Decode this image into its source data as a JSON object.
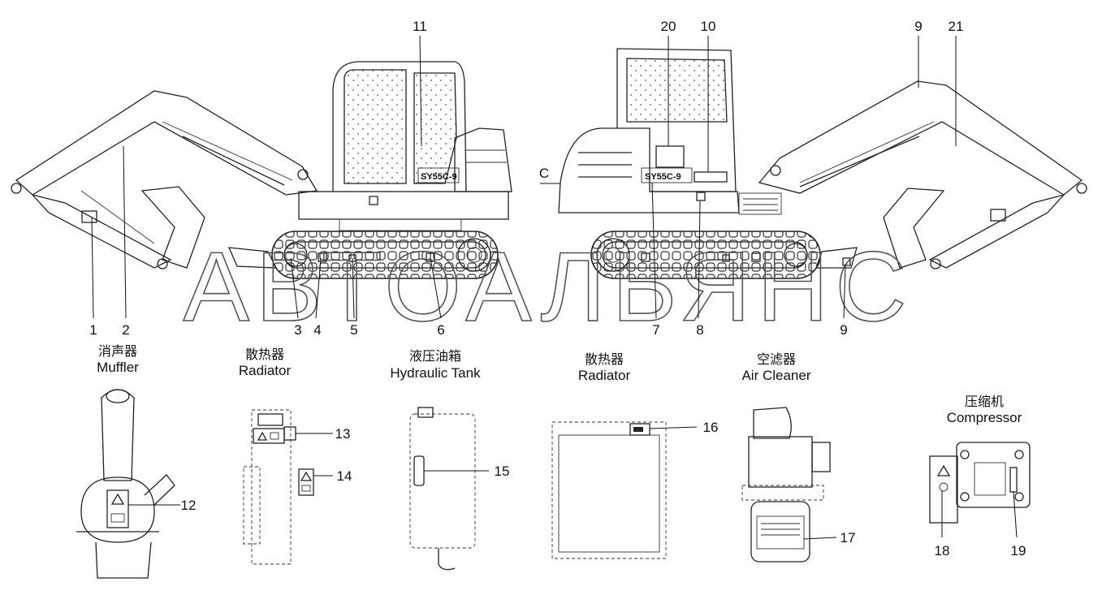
{
  "watermark": "АВТОАЛЬЯНС",
  "callouts": {
    "n1": "1",
    "n2": "2",
    "n3": "3",
    "n4": "4",
    "n5": "5",
    "n6": "6",
    "n7": "7",
    "n8": "8",
    "n9a": "9",
    "n9b": "9",
    "n10": "10",
    "n11": "11",
    "n12": "12",
    "n13": "13",
    "n14": "14",
    "n15": "15",
    "n16": "16",
    "n17": "17",
    "n18": "18",
    "n19": "19",
    "n20": "20",
    "n21": "21",
    "c": "C"
  },
  "model_badge": "SY55C-9",
  "sections": {
    "muffler": {
      "cn": "消声器",
      "en": "Muffler"
    },
    "radiator_left": {
      "cn": "散热器",
      "en": "Radiator"
    },
    "hydraulic_tank": {
      "cn": "液压油箱",
      "en": "Hydraulic Tank"
    },
    "radiator_right": {
      "cn": "散热器",
      "en": "Radiator"
    },
    "air_cleaner": {
      "cn": "空滤器",
      "en": "Air Cleaner"
    },
    "compressor": {
      "cn": "压缩机",
      "en": "Compressor"
    }
  },
  "colors": {
    "line": "#222222",
    "background": "#ffffff"
  }
}
